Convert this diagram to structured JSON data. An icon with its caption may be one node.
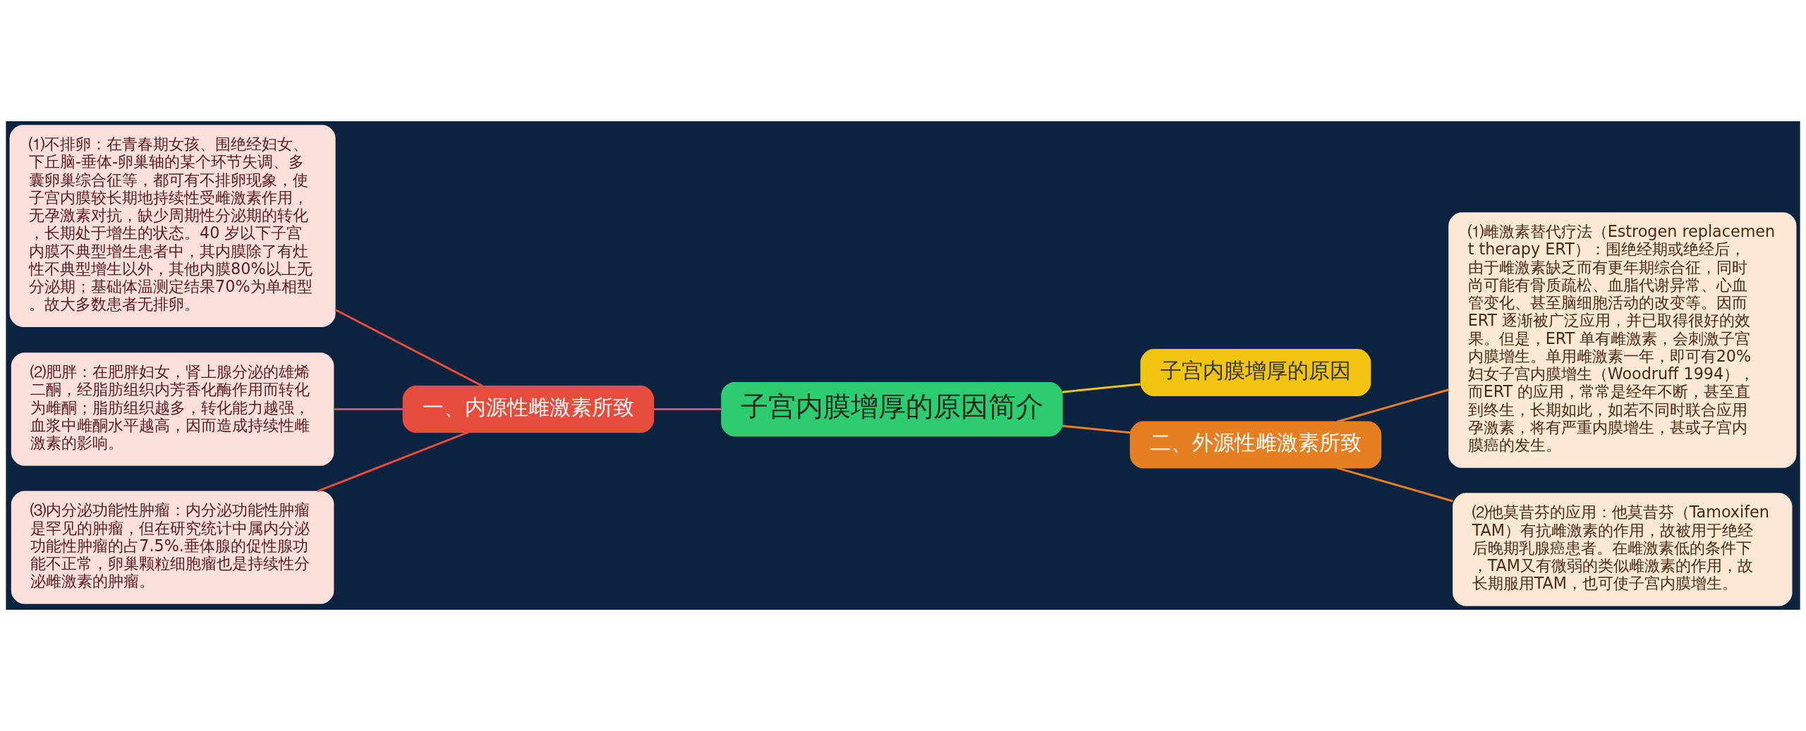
{
  "diagram": {
    "nodes": [
      {
        "text": [
          "子宫内膜增厚的原因简介"
        ]
      },
      {
        "text": [
          "子宫内膜增厚的原因"
        ]
      },
      {
        "text": [
          "二、外源性雌激素所致"
        ]
      },
      {
        "text": [
          "⑴雌激素替代疗法（Estrogen replacement therapy ERT）：围绝经期或绝经后，由于雌激素缺乏而有更年期综合征，同时尚可能有骨质疏松、血脂代谢异常、心血管变化、甚至脑细胞活动的改变等。因而ERT 逐渐被广泛应用，并已取得很好的效果。但是，ERT 单有雌激素，会刺激子宫内膜增生。单用雌激素一年，即可有20%妇女子宫内膜增生（Woodruff 1994），而ERT 的应用，常常是经年不断，甚至直到终生，长期如此，如若不同时联合应用孕激素，将有严重内膜增生，甚或子宫内膜癌的发生。"
        ]
      },
      {
        "text": [
          "⑵他莫昔芬的应用：他莫昔芬（Tamoxifen TAM）有抗雌激素的作用，故被用于绝经后晚期乳腺癌患者。在雌激素低的条件下，TAM又有微弱的类似雌激素的作用，故长期服用TAM，也可使子宫内膜增生。"
        ]
      },
      {
        "text": [
          "一、内源性雌激素所致"
        ]
      },
      {
        "text": [
          "⑴不排卵：在青春期女孩、围绝经妇女、下丘脑-垂体-卵巢轴的某个环节失调、多囊卵巢综合征等，都可有不排卵现象，使子宫内膜较长期地持续性受雌激素作用，无孕激素对抗，缺少周期性分泌期的转化，长期处于增生的状态。40 岁以下子宫内膜不典型增生患者中，其内膜除了有灶性不典型增生以外，其他内膜80%以上无分泌期；基础体温测定结果70%为单相型。故大多数患者无排卵。"
        ]
      },
      {
        "text": [
          "⑵肥胖：在肥胖妇女，肾上腺分泌的雄烯二酮，经脂肪组织内芳香化酶作用而转化为雌酮；脂肪组织越多，转化能力越强，血浆中雌酮水平越高，因而造成持续性雌激素的影响。"
        ]
      },
      {
        "text": [
          "⑶内分泌功能性肿瘤：内分泌功能性肿瘤是罕见的肿瘤，但在研究统计中属内分泌功能性肿瘤的占7.5%.垂体腺的促性腺功能不正常，卵巢颗粒细胞瘤也是持续性分泌雌激素的肿瘤。"
        ]
      }
    ],
    "edges": [
      {
        "from": 0,
        "to": 1,
        "arrow": "none",
        "color": "#f1c40f"
      },
      {
        "from": 0,
        "to": 2,
        "arrow": "none",
        "color": "#e67e22"
      },
      {
        "from": 2,
        "to": 3,
        "arrow": "none",
        "color": "#e67e22"
      },
      {
        "from": 2,
        "to": 4,
        "arrow": "none",
        "color": "#e67e22"
      },
      {
        "from": 0,
        "to": 5,
        "arrow": "none",
        "color": "#e74c3c"
      },
      {
        "from": 5,
        "to": 6,
        "arrow": "none",
        "color": "#e74c3c"
      },
      {
        "from": 5,
        "to": 7,
        "arrow": "none",
        "color": "#e74c3c"
      },
      {
        "from": 5,
        "to": 8,
        "arrow": "none",
        "color": "#e74c3c"
      }
    ]
  }
}
